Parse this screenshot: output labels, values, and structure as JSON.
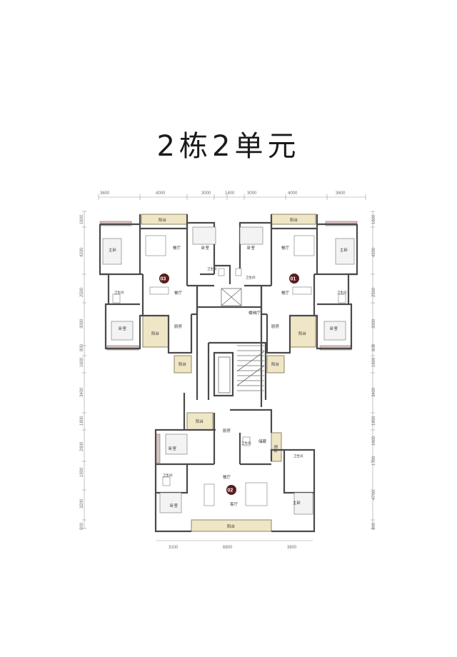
{
  "title": "2栋2单元",
  "dimensions": {
    "top": [
      "3600",
      "4000",
      "3000",
      "1400",
      "3000",
      "4000",
      "3600"
    ],
    "bottom": [
      "3100",
      "6800",
      "3800"
    ],
    "left": [
      "1600",
      "4200",
      "2500",
      "3000",
      "800",
      "1600",
      "3400",
      "1800",
      "2900",
      "1900",
      "3200",
      "900"
    ],
    "right": [
      "1600",
      "4200",
      "2500",
      "3000",
      "800",
      "1600",
      "3400",
      "1850",
      "1600",
      "1700",
      "4700",
      "900"
    ]
  },
  "unit_labels": [
    "01",
    "02",
    "03"
  ],
  "rooms": {
    "balcony": "阳台",
    "master_bedroom": "主卧",
    "bedroom": "卧室",
    "living": "客厅",
    "dining": "餐厅",
    "bathroom": "卫生间",
    "kitchen": "厨房",
    "stair_hall": "楼梯厅",
    "storage": "储藏"
  },
  "colors": {
    "balcony_fill": "#efe6c6",
    "unit_marker": "#5a1e1e",
    "walls": "#4a4a4a"
  }
}
